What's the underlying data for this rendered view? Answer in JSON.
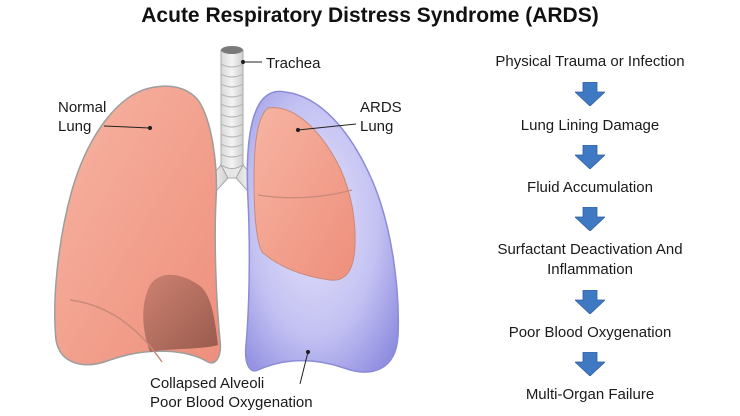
{
  "title": "Acute Respiratory Distress Syndrome (ARDS)",
  "labels": {
    "trachea": "Trachea",
    "normal_lung_line1": "Normal",
    "normal_lung_line2": "Lung",
    "ards_lung_line1": "ARDS",
    "ards_lung_line2": "Lung",
    "collapsed_line1": "Collapsed Alveoli",
    "collapsed_line2": "Poor Blood Oxygenation"
  },
  "flow_steps": [
    {
      "line1": "Physical Trauma or Infection",
      "line2": ""
    },
    {
      "line1": "Lung Lining Damage",
      "line2": ""
    },
    {
      "line1": "Fluid Accumulation",
      "line2": ""
    },
    {
      "line1": "Surfactant Deactivation And",
      "line2": "Inflammation"
    },
    {
      "line1": "Poor Blood Oxygenation",
      "line2": ""
    },
    {
      "line1": "Multi-Organ Failure",
      "line2": ""
    }
  ],
  "colors": {
    "lung_pink": "#f4a48f",
    "lung_dark": "#b56d5e",
    "fluid_blue": "#b9b8f0",
    "arrow_blue": "#3f79c4"
  }
}
